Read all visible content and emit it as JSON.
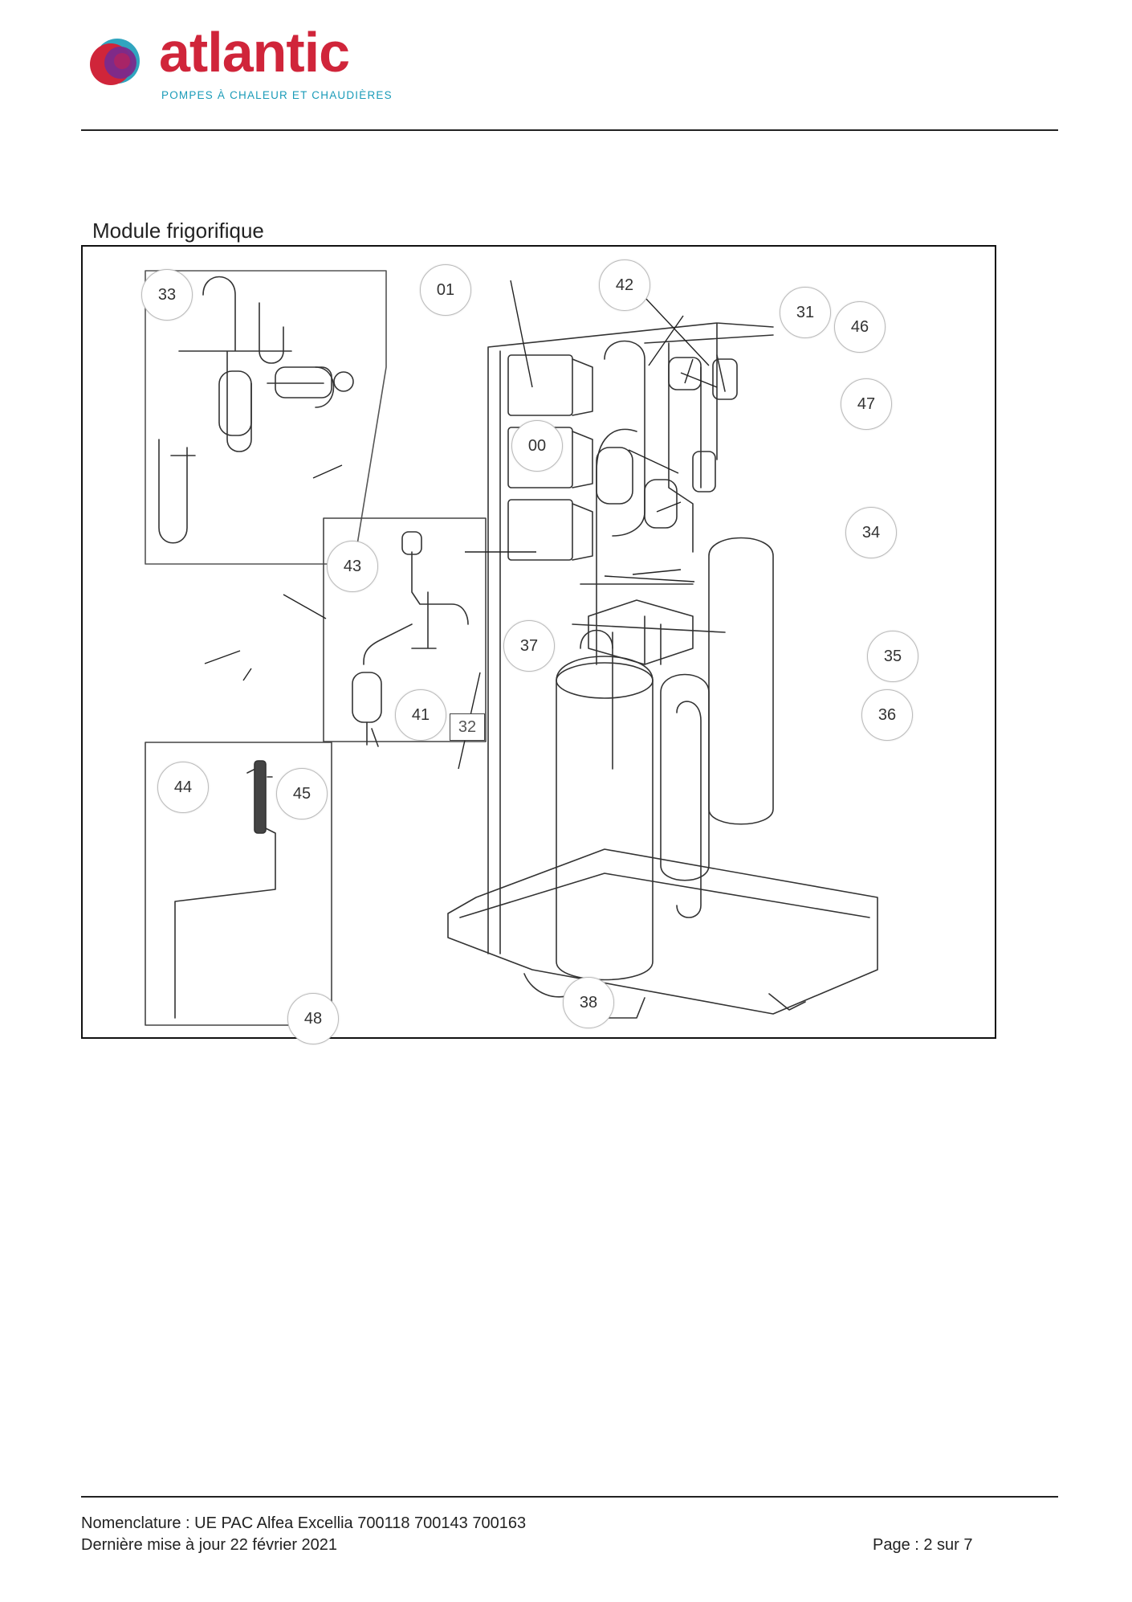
{
  "header": {
    "brand": "atlantic",
    "tagline": "POMPES À CHALEUR ET CHAUDIÈRES",
    "brand_colors": {
      "red": "#d0253a",
      "purple": "#7a2a8c",
      "teal": "#1a9bb8"
    }
  },
  "section": {
    "title": "Module frigorifique"
  },
  "figure": {
    "inset_box_label": "32",
    "callouts": [
      {
        "id": "33",
        "label": "33"
      },
      {
        "id": "01",
        "label": "01"
      },
      {
        "id": "42",
        "label": "42"
      },
      {
        "id": "31",
        "label": "31"
      },
      {
        "id": "46",
        "label": "46"
      },
      {
        "id": "47",
        "label": "47"
      },
      {
        "id": "00",
        "label": "00"
      },
      {
        "id": "34",
        "label": "34"
      },
      {
        "id": "43",
        "label": "43"
      },
      {
        "id": "37",
        "label": "37"
      },
      {
        "id": "35",
        "label": "35"
      },
      {
        "id": "41",
        "label": "41"
      },
      {
        "id": "36",
        "label": "36"
      },
      {
        "id": "44",
        "label": "44"
      },
      {
        "id": "45",
        "label": "45"
      },
      {
        "id": "38",
        "label": "38"
      },
      {
        "id": "48",
        "label": "48"
      }
    ]
  },
  "footer": {
    "nomenclature": "Nomenclature : UE PAC Alfea Excellia 700118 700143 700163",
    "date": "Dernière mise à jour 22 février 2021",
    "page": "Page : 2 sur 7"
  }
}
